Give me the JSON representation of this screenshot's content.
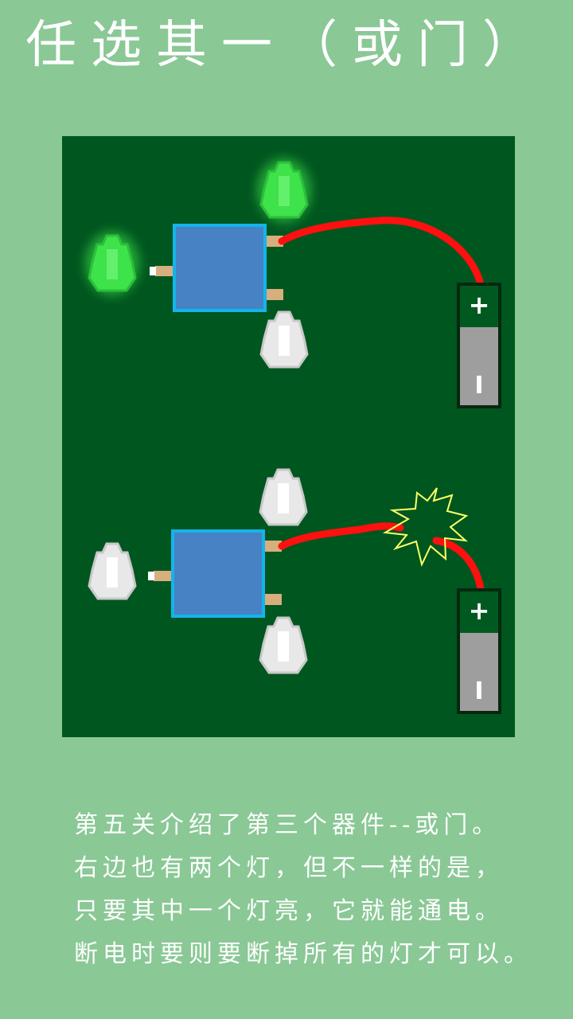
{
  "title": "任选其一（或门）",
  "board": {
    "colors": {
      "board": "#00561f",
      "gate_fill": "#4682c4",
      "gate_border": "#14b4ec",
      "pin": "#d7ae7e",
      "wire": "#ff1010",
      "battery_top": "#005a20",
      "battery_body": "#9e9e9e",
      "bulb_on": "#3ee24a",
      "bulb_off": "#e8e8e8",
      "spark": "#ffff66"
    },
    "circuits": [
      {
        "name": "top-circuit",
        "input_lamp_lit": true,
        "output_lamps_lit": [
          true,
          false
        ],
        "wire_broken": false,
        "battery": {
          "plus": "+",
          "minus": "I"
        }
      },
      {
        "name": "bottom-circuit",
        "input_lamp_lit": false,
        "output_lamps_lit": [
          false,
          false
        ],
        "wire_broken": true,
        "battery": {
          "plus": "+",
          "minus": "I"
        }
      }
    ]
  },
  "description": [
    "第五关介绍了第三个器件--或门。",
    "右边也有两个灯，但不一样的是，",
    "只要其中一个灯亮，它就能通电。",
    "断电时要则要断掉所有的灯才可以。"
  ]
}
